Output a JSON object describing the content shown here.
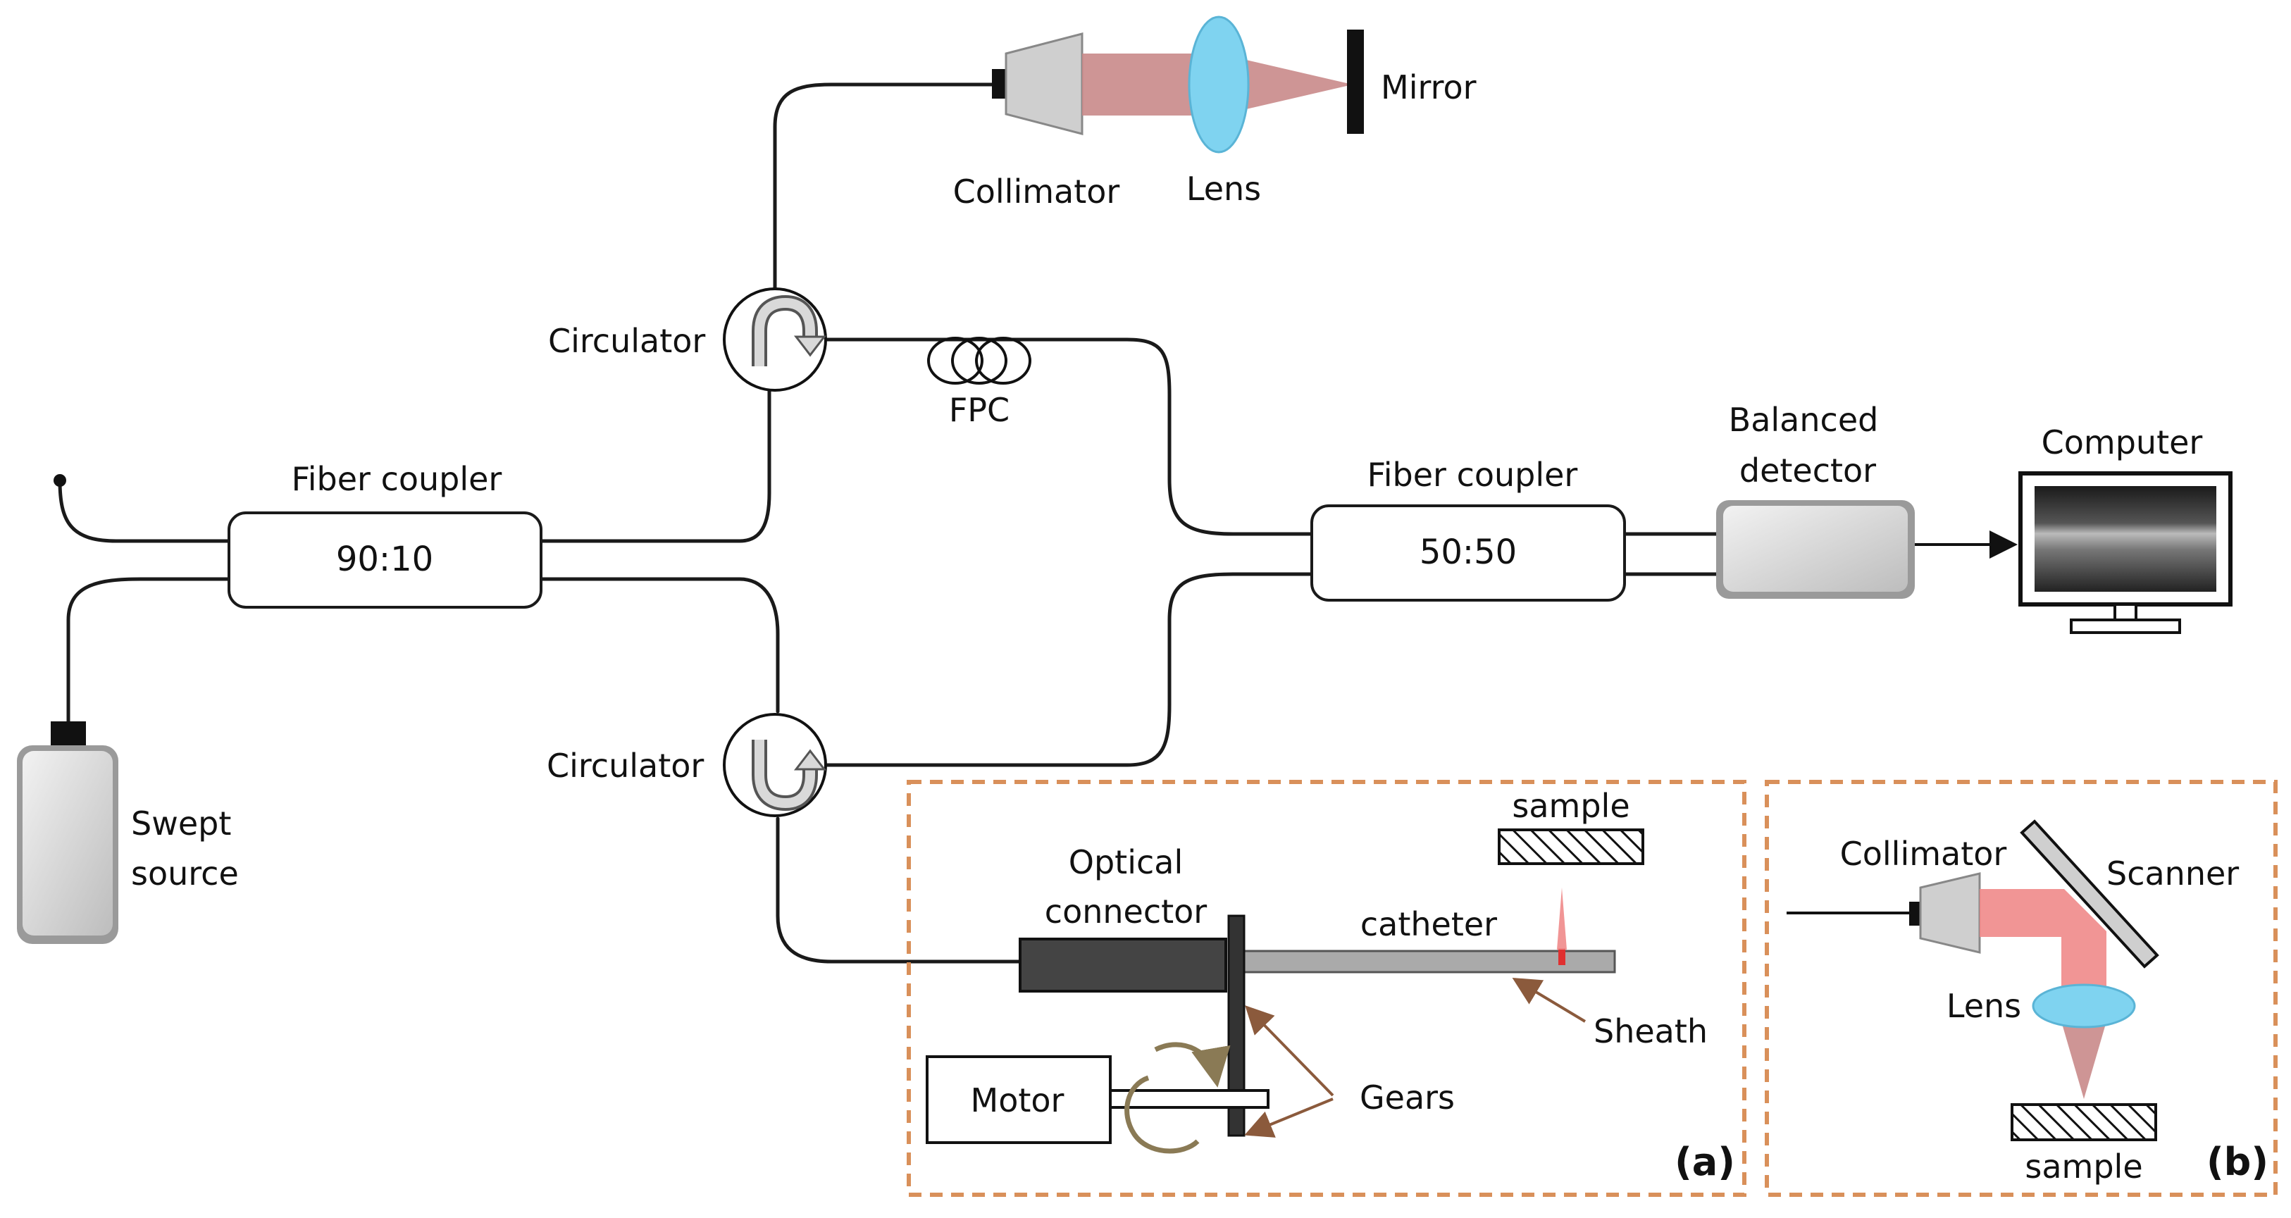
{
  "components": {
    "swept_source": [
      "Swept",
      "source"
    ],
    "fiber_coupler_1": {
      "label": "Fiber coupler",
      "ratio": "90:10"
    },
    "fiber_coupler_2": {
      "label": "Fiber coupler",
      "ratio": "50:50"
    },
    "circulator_top": "Circulator",
    "circulator_bottom": "Circulator",
    "fpc": "FPC",
    "collimator_ref": "Collimator",
    "lens_ref": "Lens",
    "mirror": "Mirror",
    "balanced_detector": [
      "Balanced",
      "detector"
    ],
    "computer": "Computer"
  },
  "inset_a": {
    "tag": "(a)",
    "optical_connector": [
      "Optical",
      "connector"
    ],
    "catheter": "catheter",
    "sample": "sample",
    "sheath": "Sheath",
    "motor": "Motor",
    "gears": "Gears"
  },
  "inset_b": {
    "tag": "(b)",
    "collimator": "Collimator",
    "scanner": "Scanner",
    "lens": "Lens",
    "sample": "sample"
  },
  "colors": {
    "fiber": "#1a1a1a",
    "beam_ref": "#c98a8a",
    "beam_probe": "#f08a8a",
    "lens": "#7fd3f0",
    "inset_border": "#d9905a",
    "gear_arrow": "#8a7a55",
    "leader": "#8b5a3c"
  }
}
